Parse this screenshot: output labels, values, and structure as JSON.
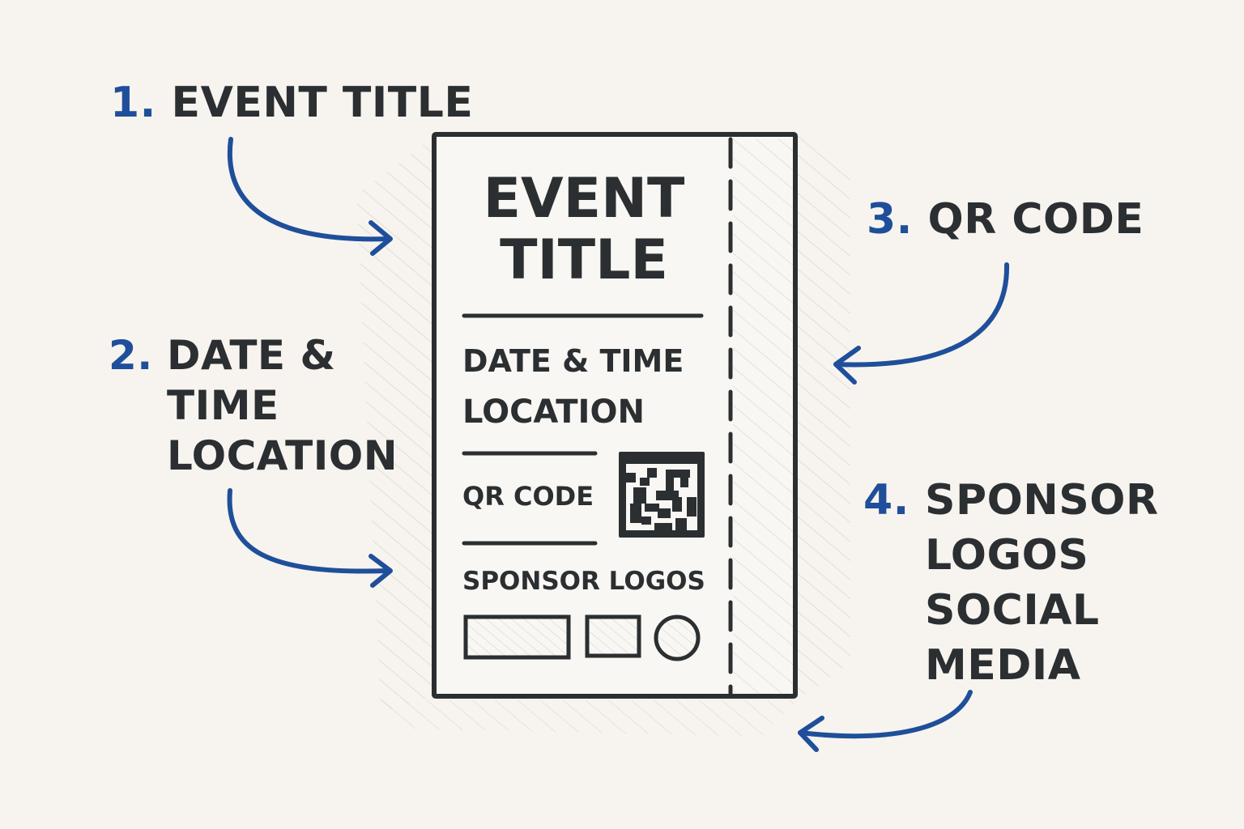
{
  "colors": {
    "background": "#f7f4ef",
    "ink": "#2b2f31",
    "accent": "#1f4f9a",
    "hatch": "#c9c6c0"
  },
  "callouts": [
    {
      "number": "1.",
      "lines": [
        "EVENT TITLE"
      ]
    },
    {
      "number": "2.",
      "lines": [
        "DATE &",
        "TIME",
        "LOCATION"
      ]
    },
    {
      "number": "3.",
      "lines": [
        "QR CODE"
      ]
    },
    {
      "number": "4.",
      "lines": [
        "SPONSOR",
        "LOGOS",
        "SOCIAL",
        "MEDIA"
      ]
    }
  ],
  "ticket": {
    "title_lines": [
      "EVENT",
      "TITLE"
    ],
    "date_time": "DATE & TIME",
    "location": "LOCATION",
    "qr_label": "QR CODE",
    "sponsor_label": "SPONSOR LOGOS",
    "logo_placeholders": [
      "wide-rectangle",
      "square",
      "circle"
    ]
  },
  "icons": {
    "arrows": [
      "curved-arrow-right",
      "curved-arrow-right",
      "curved-arrow-left",
      "curved-arrow-left"
    ],
    "qr": "qr-code-icon"
  }
}
